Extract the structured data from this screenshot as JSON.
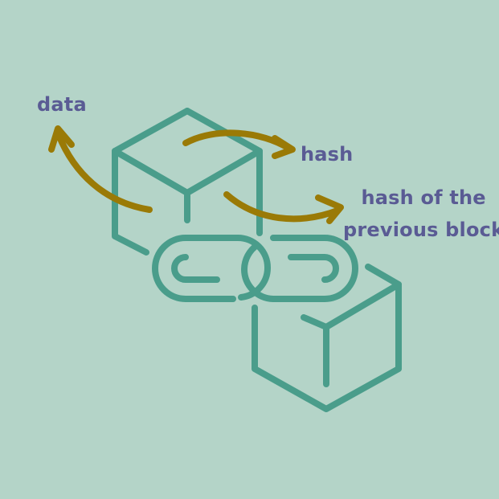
{
  "colors": {
    "background": "#b4d4c8",
    "blocks_and_chain": "#4a9d8b",
    "arrows": "#9a7a06",
    "labels": "#5a5b94"
  },
  "icons": [
    "block-cube-icon",
    "chain-link-icon",
    "arrow-icon"
  ],
  "labels": {
    "data": "data",
    "hash": "hash",
    "previous_hash_line1": "hash of the",
    "previous_hash_line2": "previous block"
  }
}
